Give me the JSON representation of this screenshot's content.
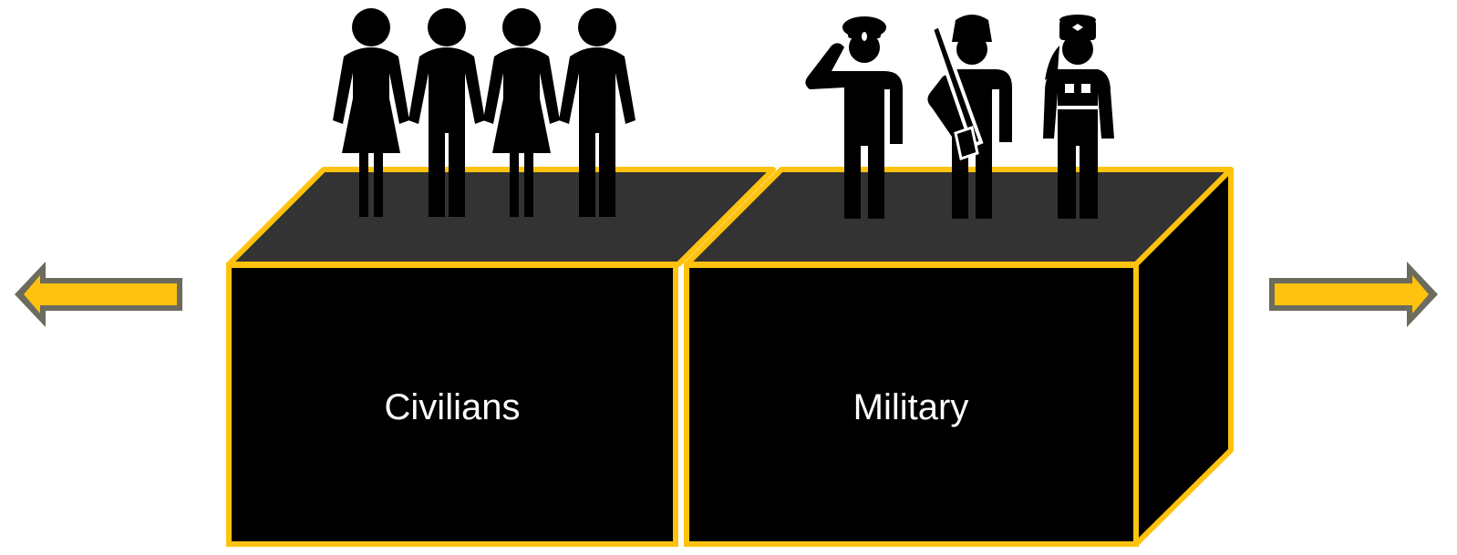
{
  "colors": {
    "outline": "#FFC20E",
    "box_front": "#000000",
    "box_top": "#333333",
    "arrow_fill": "#FFC20E",
    "arrow_border": "#6B6B5E",
    "label": "#ffffff",
    "figure": "#000000"
  },
  "boxes": [
    {
      "label": "Civilians"
    },
    {
      "label": "Military"
    }
  ],
  "arrows": [
    {
      "direction": "left"
    },
    {
      "direction": "right"
    }
  ],
  "figures": {
    "civilians": [
      "woman-icon",
      "man-icon",
      "woman-icon",
      "man-icon"
    ],
    "military": [
      "saluting-officer-icon",
      "soldier-with-rifle-icon",
      "female-officer-icon"
    ]
  }
}
